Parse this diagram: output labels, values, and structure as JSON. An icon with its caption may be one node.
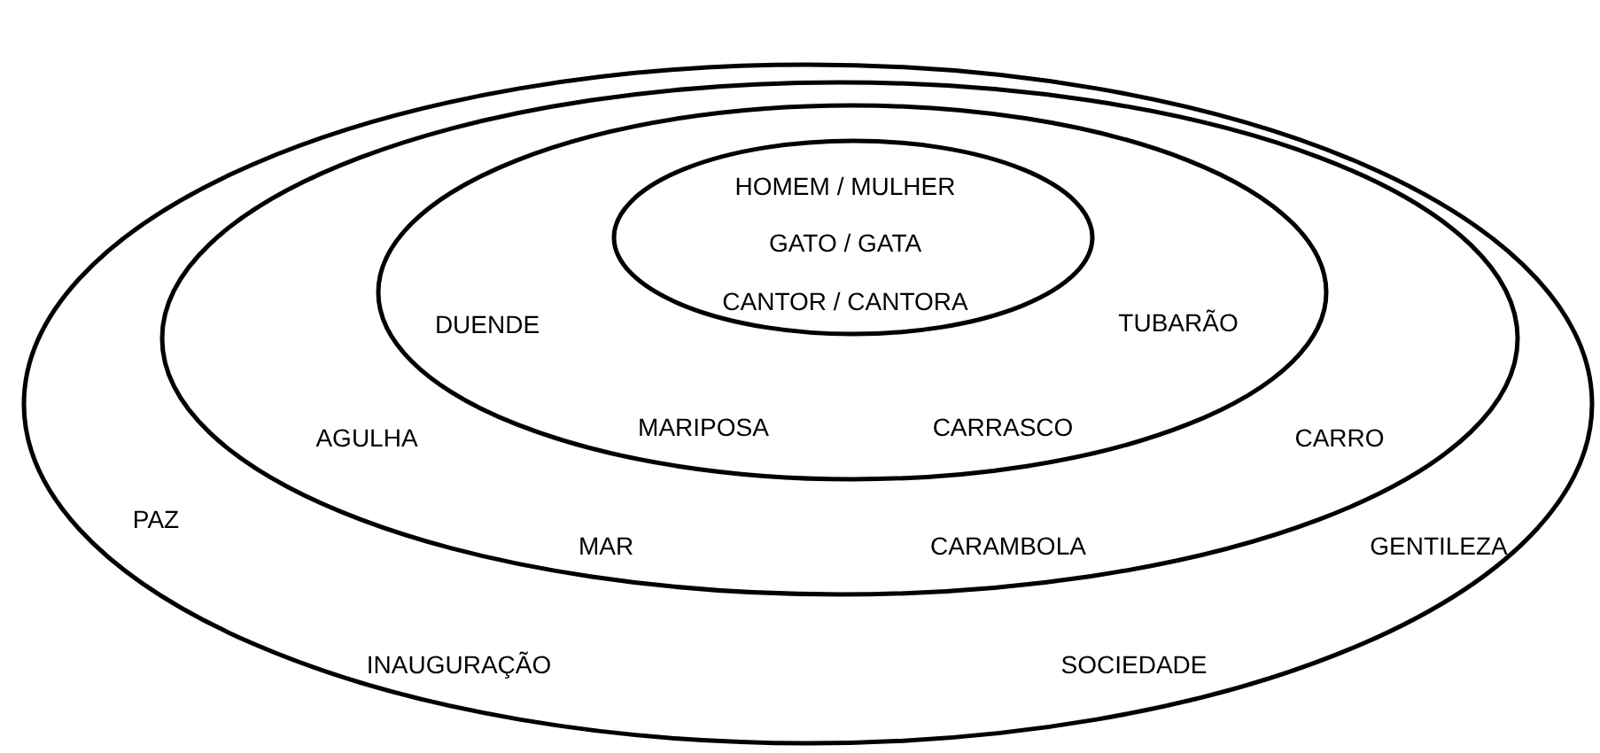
{
  "diagram": {
    "nodes": [
      {
        "text": [
          "PAZ",
          "GENTILEZA",
          "INAUGURAÇÃO",
          "SOCIEDADE"
        ]
      },
      {
        "text": [
          "AGULHA",
          "CARRO",
          "MAR",
          "CARAMBOLA"
        ],
        "in": 0
      },
      {
        "text": [
          "DUENDE",
          "TUBARÃO",
          "MARIPOSA",
          "CARRASCO"
        ],
        "in": 1
      },
      {
        "text": [
          "HOMEM / MULHER",
          "GATO / GATA",
          "CANTOR / CANTORA"
        ],
        "in": 2
      }
    ]
  }
}
